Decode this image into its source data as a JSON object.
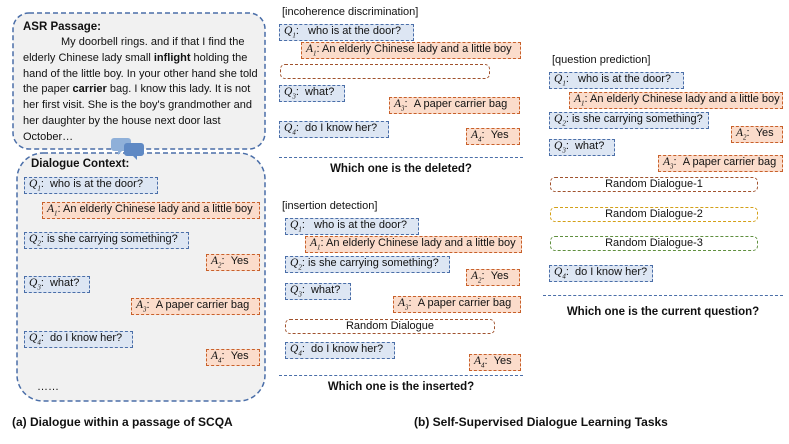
{
  "left": {
    "asr_title": "ASR Passage:",
    "asr_p1": "My doorbell rings. and if that I find the elderly Chinese lady small ",
    "asr_b1": "inflight",
    "asr_p2": " holding the hand of the little boy. In your other hand she told the paper ",
    "asr_b2": "carrier",
    "asr_p3": " bag. I know this lady. It is not her first visit. She is the boy's grandmother and her daughter by the house next door last October…",
    "ctx_title": "Dialogue Context:",
    "ellipsis": "……"
  },
  "labels": {
    "q1": "Q",
    "q2": "Q",
    "q3": "Q",
    "q4": "Q",
    "a1": "A",
    "a2": "A",
    "a3": "A",
    "a4": "A",
    "n1": "1",
    "n2": "2",
    "n3": "3",
    "n4": "4"
  },
  "utterances": {
    "q1": "who is at the door?",
    "a1": "An elderly Chinese lady and a little boy",
    "q2": "is she carrying something?",
    "a2": "Yes",
    "q3": "what?",
    "a3": "A paper carrier bag",
    "q4": "do I know her?",
    "a4": "Yes"
  },
  "tasks": {
    "incoherence": {
      "title": "[incoherence discrimination]",
      "question": "Which one is the deleted?"
    },
    "insertion": {
      "title": "[insertion detection]",
      "question": "Which one is the inserted?",
      "random": "Random Dialogue"
    },
    "prediction": {
      "title": "[question prediction]",
      "question": "Which one is the current question?",
      "random1": "Random Dialogue-1",
      "random2": "Random Dialogue-2",
      "random3": "Random Dialogue-3"
    }
  },
  "captions": {
    "a": "(a) Dialogue within a passage of SCQA",
    "b": "(b) Self-Supervised Dialogue Learning Tasks"
  },
  "colors": {
    "question_fill": "#dde6f3",
    "question_border": "#4a6ea8",
    "answer_fill": "#fbdccb",
    "answer_border": "#c8602a",
    "random_brown": "#a0522d",
    "random_yellow": "#d4a017",
    "random_green": "#5f8f3e"
  }
}
